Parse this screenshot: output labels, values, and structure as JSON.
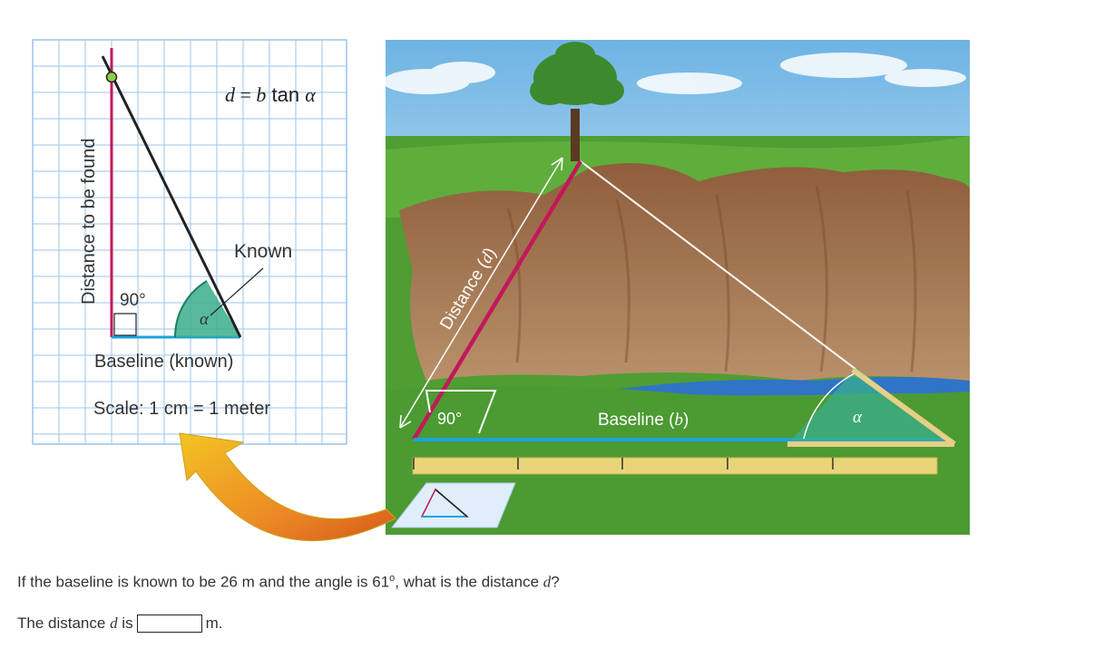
{
  "figure": {
    "left_panel": {
      "formula": {
        "lhs": "d",
        "eq": " = ",
        "b": "b",
        "fn": " tan ",
        "alpha": "α"
      },
      "vertical_label": "Distance to be found",
      "known_label": "Known",
      "right_angle_label": "90°",
      "alpha_label": "α",
      "baseline_label": "Baseline (known)",
      "scale_label": "Scale: 1 cm = 1 meter"
    },
    "right_panel": {
      "distance_label_word": "Distance (",
      "distance_label_var": "d",
      "distance_label_close": ")",
      "right_angle_label": "90°",
      "baseline_label_word": "Baseline (",
      "baseline_label_var": "b",
      "baseline_label_close": ")",
      "alpha_label": "α"
    },
    "colors": {
      "grid": "#7fb2e5",
      "distance_line": "#c2185b",
      "baseline": "#1aa3de",
      "angle_fill": "#3aae8c",
      "hypotenuse": "#222222",
      "sky": "#7fbde8",
      "grass": "#4c9a32",
      "cliff": "#9b6a45",
      "river": "#2f74c6",
      "ruler": "#e8d57a",
      "arrow_start": "#f0b323",
      "arrow_end": "#d85a1c"
    }
  },
  "question": {
    "prefix": "If the baseline is known to be 26 m and the angle is 61",
    "degree": "o",
    "middle": ", what is the distance ",
    "var": "d",
    "suffix": "?"
  },
  "answer": {
    "prefix": "The distance ",
    "var": "d",
    "is": " is",
    "value": "",
    "unit": "m."
  }
}
